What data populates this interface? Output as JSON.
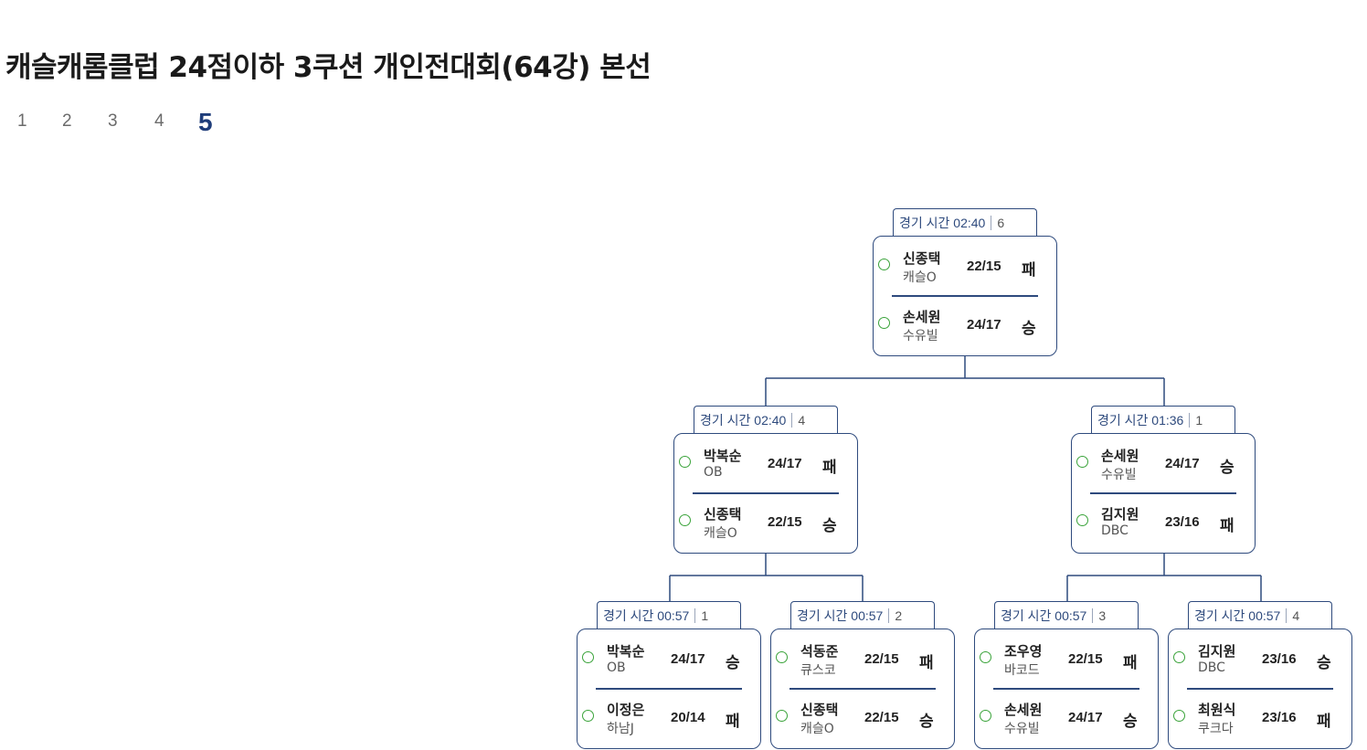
{
  "title": "캐슬캐롬클럽 24점이하 3쿠션 개인전대회(64강) 본선",
  "pagination": {
    "pages": [
      "1",
      "2",
      "3",
      "4",
      "5"
    ],
    "active": "5"
  },
  "colors": {
    "accent": "#2e4a7d",
    "active_page": "#1f3d7a",
    "status_circle": "#3aa33a"
  },
  "bracket": {
    "final": {
      "time_label": "경기 시간 02:40",
      "number": "6",
      "players": [
        {
          "name": "신종택",
          "club": "캐슬O",
          "score": "22/15",
          "result": "패"
        },
        {
          "name": "손세원",
          "club": "수유빌",
          "score": "24/17",
          "result": "승"
        }
      ]
    },
    "semi_left": {
      "time_label": "경기 시간 02:40",
      "number": "4",
      "players": [
        {
          "name": "박복순",
          "club": "OB",
          "score": "24/17",
          "result": "패"
        },
        {
          "name": "신종택",
          "club": "캐슬O",
          "score": "22/15",
          "result": "승"
        }
      ]
    },
    "semi_right": {
      "time_label": "경기 시간 01:36",
      "number": "1",
      "players": [
        {
          "name": "손세원",
          "club": "수유빌",
          "score": "24/17",
          "result": "승"
        },
        {
          "name": "김지원",
          "club": "DBC",
          "score": "23/16",
          "result": "패"
        }
      ]
    },
    "quarter_1": {
      "time_label": "경기 시간 00:57",
      "number": "1",
      "players": [
        {
          "name": "박복순",
          "club": "OB",
          "score": "24/17",
          "result": "승"
        },
        {
          "name": "이정은",
          "club": "하남J",
          "score": "20/14",
          "result": "패"
        }
      ]
    },
    "quarter_2": {
      "time_label": "경기 시간 00:57",
      "number": "2",
      "players": [
        {
          "name": "석동준",
          "club": "큐스코",
          "score": "22/15",
          "result": "패"
        },
        {
          "name": "신종택",
          "club": "캐슬O",
          "score": "22/15",
          "result": "승"
        }
      ]
    },
    "quarter_3": {
      "time_label": "경기 시간 00:57",
      "number": "3",
      "players": [
        {
          "name": "조우영",
          "club": "바코드",
          "score": "22/15",
          "result": "패"
        },
        {
          "name": "손세원",
          "club": "수유빌",
          "score": "24/17",
          "result": "승"
        }
      ]
    },
    "quarter_4": {
      "time_label": "경기 시간 00:57",
      "number": "4",
      "players": [
        {
          "name": "김지원",
          "club": "DBC",
          "score": "23/16",
          "result": "승"
        },
        {
          "name": "최원식",
          "club": "쿠크다",
          "score": "23/16",
          "result": "패"
        }
      ]
    }
  }
}
